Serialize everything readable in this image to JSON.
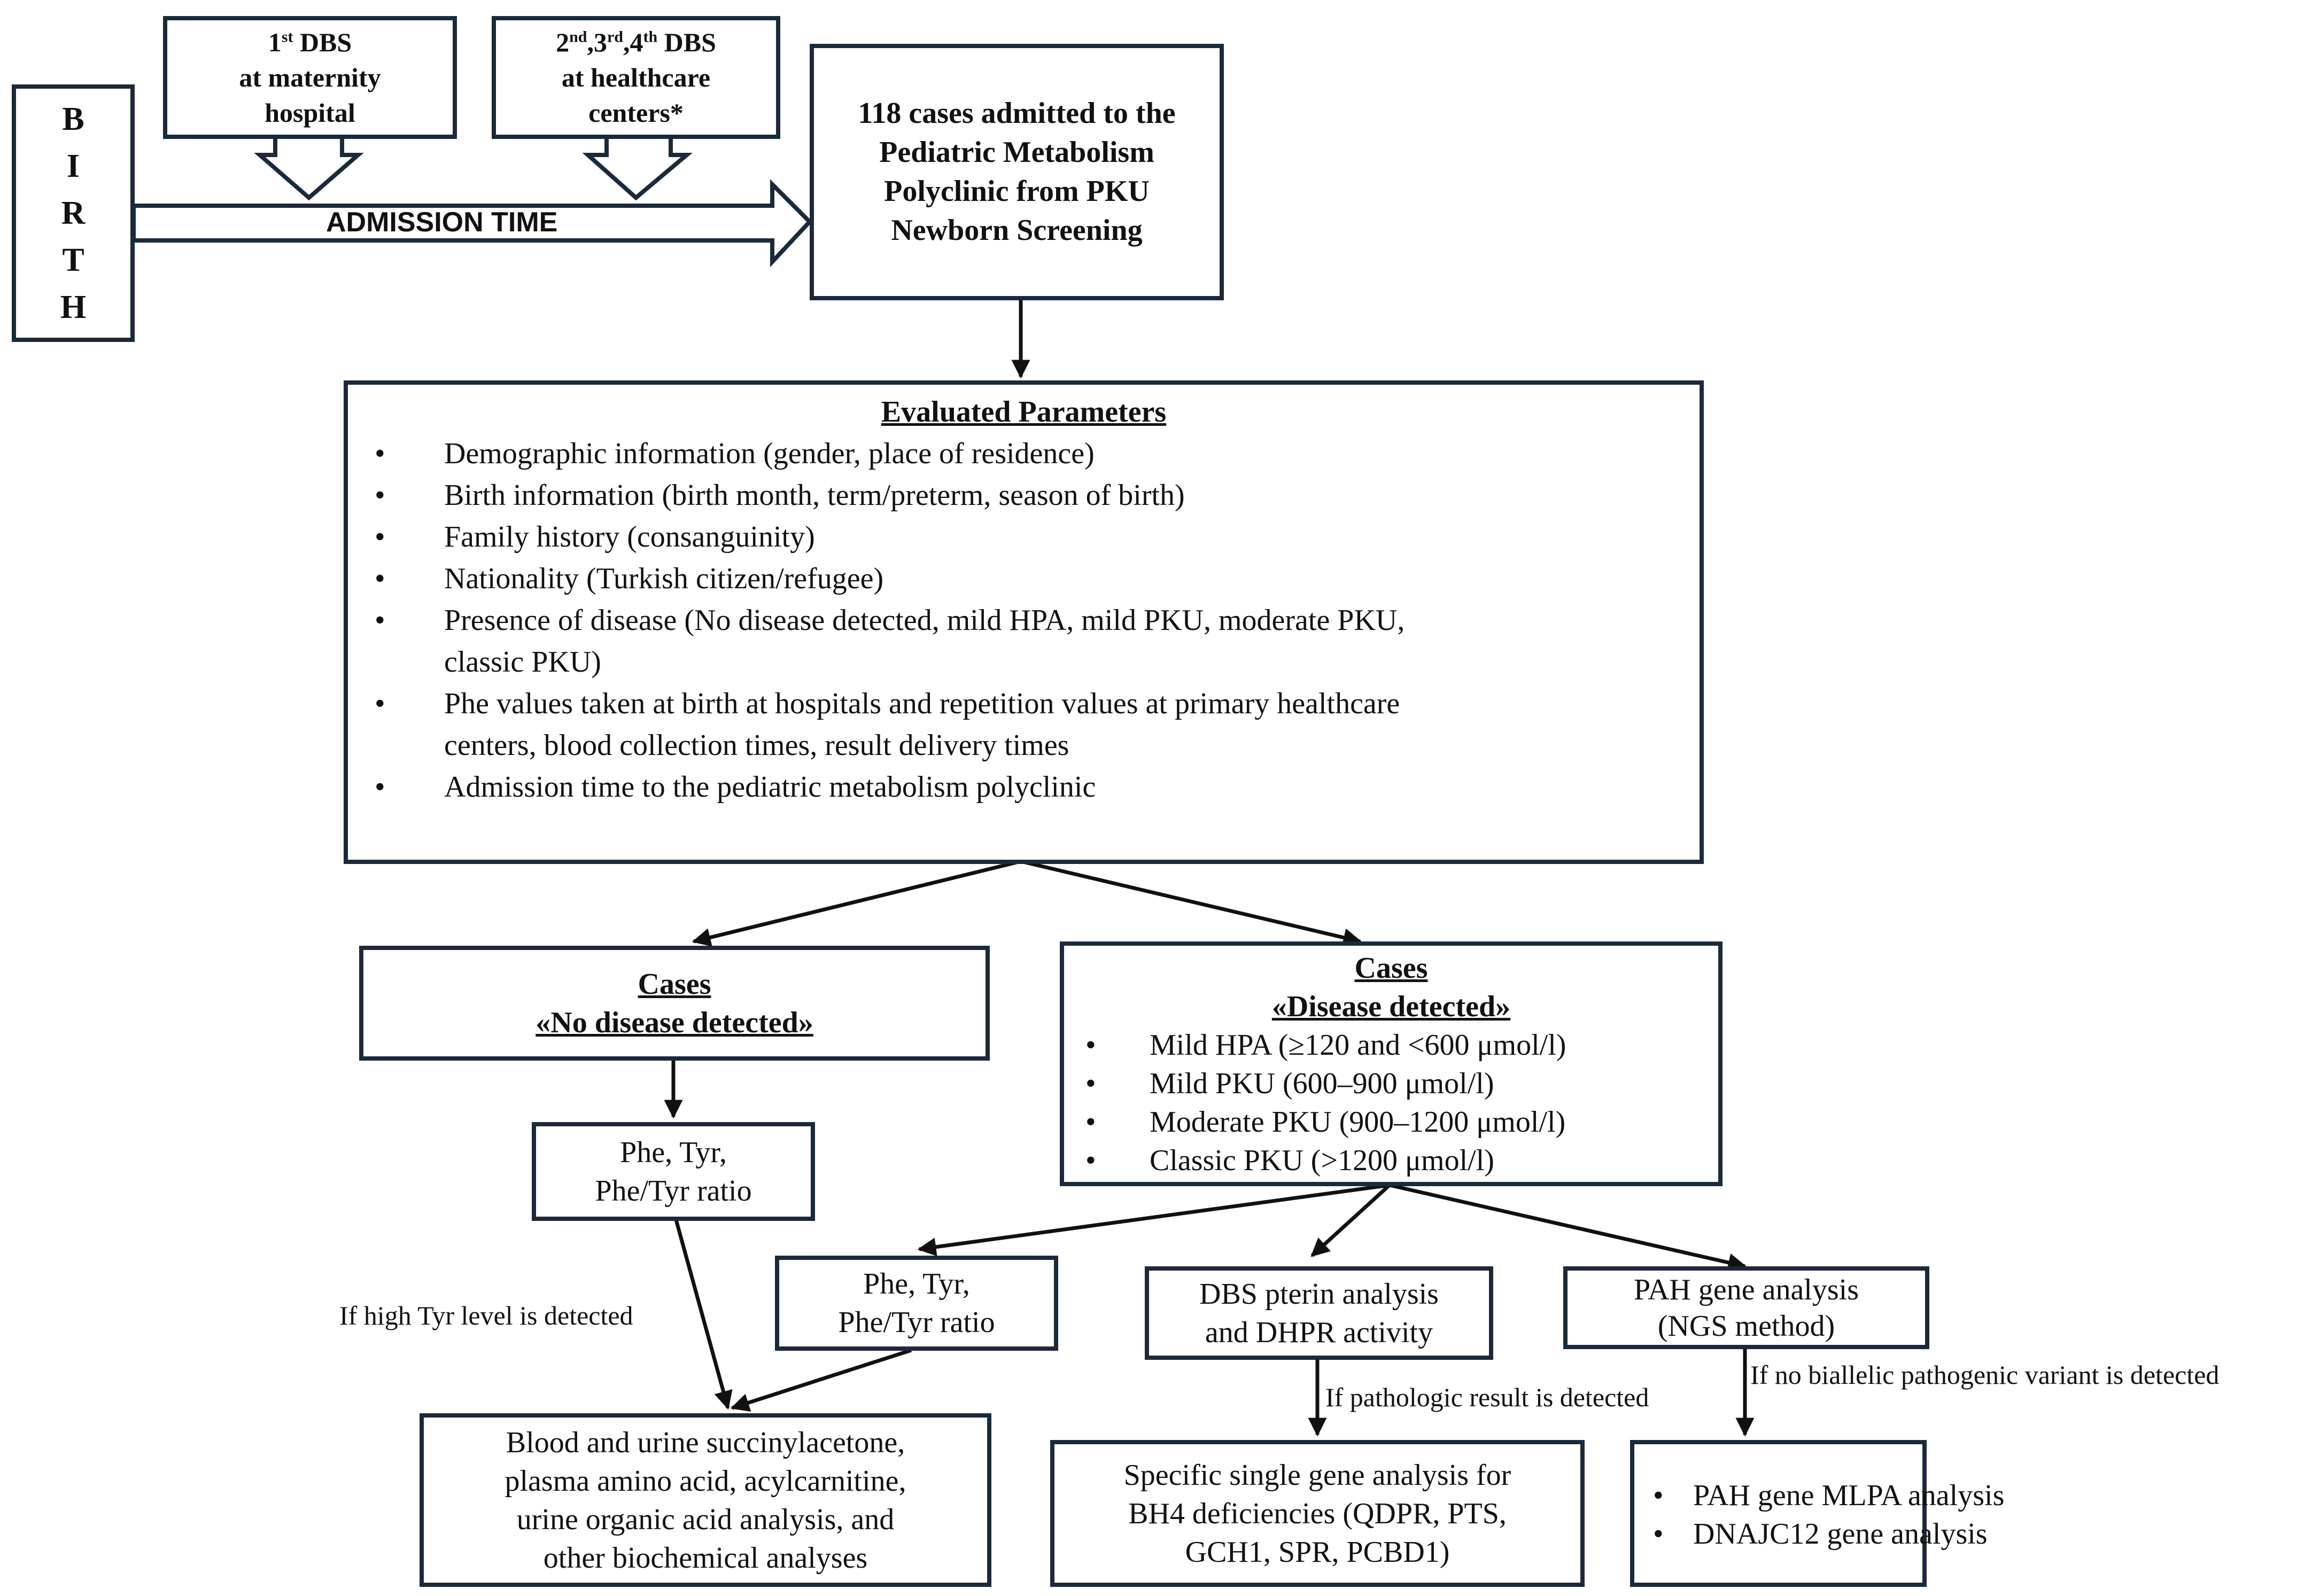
{
  "birth": {
    "letters": [
      "B",
      "I",
      "R",
      "T",
      "H"
    ]
  },
  "dbs1": {
    "ordinal": "1",
    "suffix": "st",
    "line1_rest": " DBS",
    "line2": "at maternity",
    "line3": "hospital"
  },
  "dbs2": {
    "n2": "2",
    "s2": "nd",
    "n3": ",3",
    "s3": "rd",
    "n4": ",4",
    "s4": "th",
    "rest": " DBS",
    "line2": "at healthcare",
    "line3": "centers*"
  },
  "admission_label": "ADMISSION TIME",
  "cases118": {
    "lines": [
      "118 cases admitted to the",
      "Pediatric Metabolism",
      "Polyclinic from PKU",
      "Newborn Screening"
    ]
  },
  "evaluated": {
    "title": "Evaluated Parameters",
    "items": [
      {
        "l1": "Demographic information (gender, place of residence)"
      },
      {
        "l1": "Birth information (birth month, term/preterm, season of birth)"
      },
      {
        "l1": "Family history (consanguinity)"
      },
      {
        "l1": "Nationality (Turkish citizen/refugee)"
      },
      {
        "l1": "Presence of disease (No disease detected, mild HPA, mild PKU, moderate PKU,",
        "l2": "classic PKU)"
      },
      {
        "l1": "Phe values taken at birth at hospitals and repetition values at primary healthcare",
        "l2": "centers, blood collection times, result delivery times"
      },
      {
        "l1": "Admission time to the pediatric metabolism polyclinic"
      }
    ]
  },
  "no_disease": {
    "title": "Cases",
    "subtitle": "«No disease detected»"
  },
  "disease": {
    "title": "Cases",
    "subtitle": "«Disease detected»",
    "items": [
      "Mild HPA (≥120 and <600 μmol/l)",
      "Mild PKU (600–900 μmol/l)",
      "Moderate PKU (900–1200 μmol/l)",
      "Classic PKU (>1200 μmol/l)"
    ]
  },
  "phe_left": {
    "lines": [
      "Phe, Tyr,",
      "Phe/Tyr ratio"
    ]
  },
  "phe_mid": {
    "lines": [
      "Phe, Tyr,",
      "Phe/Tyr ratio"
    ]
  },
  "dbs_pterin": {
    "lines": [
      "DBS pterin analysis",
      "and DHPR activity"
    ]
  },
  "pah_gene": {
    "lines": [
      "PAH gene analysis",
      "(NGS method)"
    ]
  },
  "labels": {
    "high_tyr": "If high Tyr level is detected",
    "pathologic": "If pathologic result is detected",
    "no_biallelic": "If no biallelic pathogenic variant is detected"
  },
  "blood_urine": {
    "lines": [
      "Blood and urine succinylacetone,",
      "plasma amino acid, acylcarnitine,",
      "urine organic acid analysis, and",
      "other biochemical analyses"
    ]
  },
  "bh4": {
    "lines": [
      "Specific single gene analysis for",
      "BH4 deficiencies (QDPR, PTS,",
      "GCH1, SPR, PCBD1)"
    ]
  },
  "mlpa": {
    "items": [
      "PAH gene MLPA analysis",
      "DNAJC12 gene analysis"
    ]
  }
}
